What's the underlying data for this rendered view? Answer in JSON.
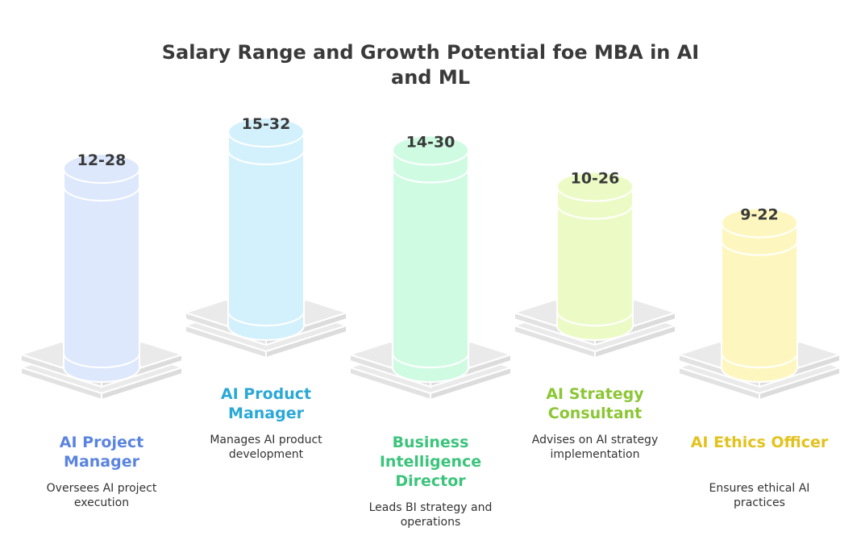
{
  "title": "Salary Range and Growth Potential foe MBA in AI and ML",
  "chart_data": {
    "type": "bar",
    "title": "Salary Range and Growth Potential foe MBA in AI and ML",
    "categories": [
      "AI Project Manager",
      "AI Product Manager",
      "Business Intelligence Director",
      "AI Strategy Consultant",
      "AI Ethics Officer"
    ],
    "range_labels": [
      "12-28",
      "15-32",
      "14-30",
      "10-26",
      "9-22"
    ],
    "ranges": [
      [
        12,
        28
      ],
      [
        15,
        32
      ],
      [
        14,
        30
      ],
      [
        10,
        26
      ],
      [
        9,
        22
      ]
    ],
    "descriptions": [
      "Oversees AI project execution",
      "Manages AI product development",
      "Leads BI strategy and operations",
      "Advises on AI strategy implementation",
      "Ensures ethical AI practices"
    ],
    "colors": {
      "fills": [
        "#dde8fd",
        "#d3f1fc",
        "#cffbe3",
        "#ecfbc6",
        "#fdf7bf"
      ],
      "titles": [
        "#5b84e0",
        "#2aa8d6",
        "#3cc47c",
        "#8cc635",
        "#e3c21e"
      ]
    },
    "ylim": [
      0,
      32
    ]
  }
}
